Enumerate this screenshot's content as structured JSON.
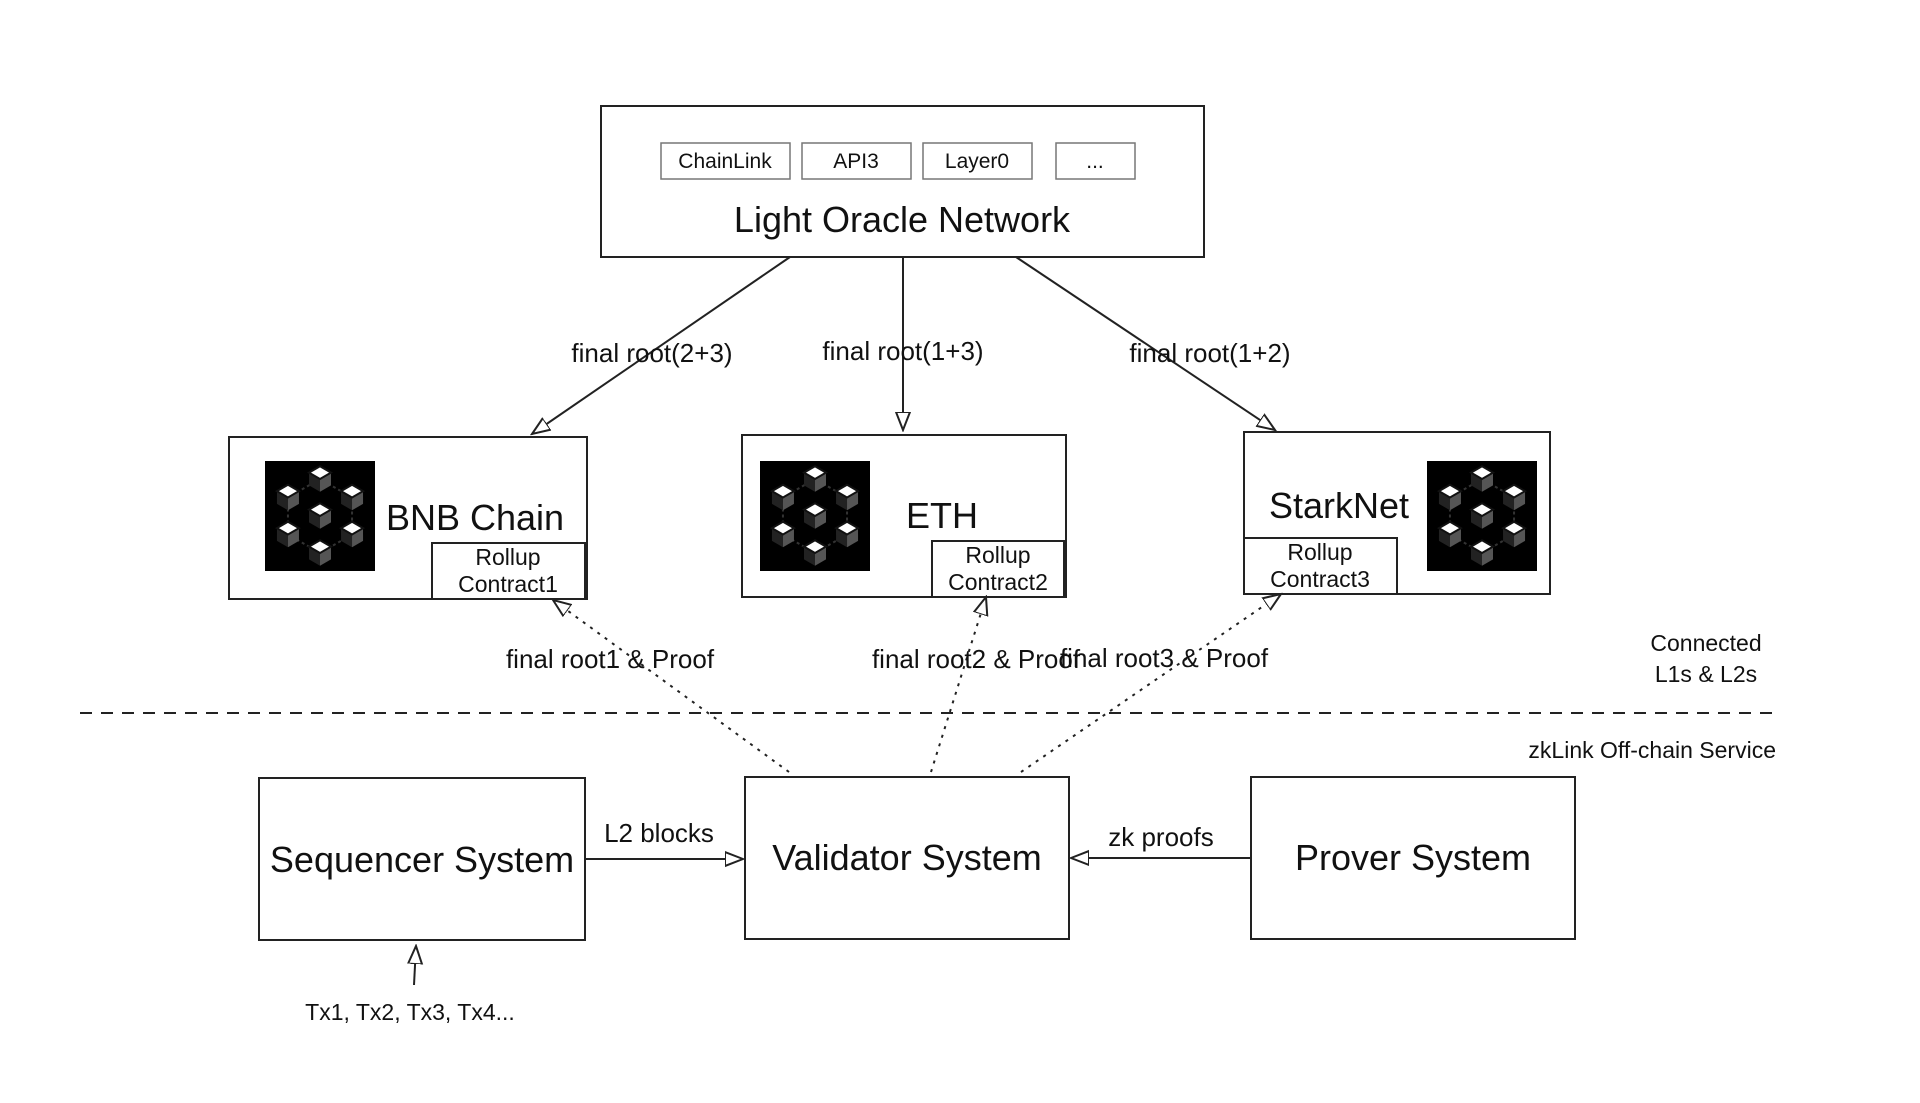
{
  "oracle": {
    "title": "Light Oracle Network",
    "providers": [
      "ChainLink",
      "API3",
      "Layer0",
      "..."
    ]
  },
  "chains": [
    {
      "name": "BNB Chain",
      "contract_line1": "Rollup",
      "contract_line2": "Contract1",
      "icon": "blockchain-cubes-icon"
    },
    {
      "name": "ETH",
      "contract_line1": "Rollup",
      "contract_line2": "Contract2",
      "icon": "blockchain-cubes-icon"
    },
    {
      "name": "StarkNet",
      "contract_line1": "Rollup",
      "contract_line2": "Contract3",
      "icon": "blockchain-cubes-icon"
    }
  ],
  "edges": {
    "oracle_to_bnb": "final root(2+3)",
    "oracle_to_eth": "final root(1+3)",
    "oracle_to_stark": "final root(1+2)",
    "validator_to_bnb": "final root1 & Proof",
    "validator_to_eth": "final root2 & Proof",
    "validator_to_stark": "final root3 & Proof",
    "sequencer_to_validator": "L2 blocks",
    "prover_to_validator": "zk proofs"
  },
  "zones": {
    "upper_line1": "Connected",
    "upper_line2": "L1s & L2s",
    "lower": "zkLink Off-chain Service"
  },
  "systems": {
    "sequencer": "Sequencer System",
    "validator": "Validator System",
    "prover": "Prover System"
  },
  "transactions": "Tx1, Tx2, Tx3, Tx4..."
}
